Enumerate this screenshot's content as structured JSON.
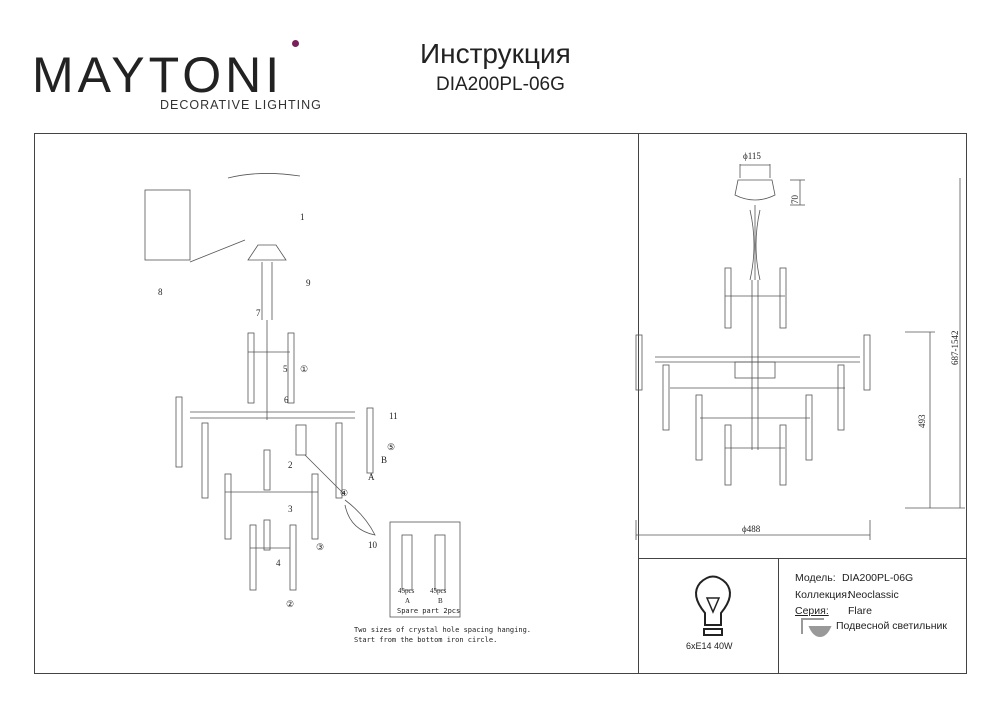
{
  "header": {
    "brand": "MAYTONI",
    "brand_sub": "DECORATIVE LIGHTING",
    "title": "Инструкция",
    "model": "DIA200PL-06G"
  },
  "assembly": {
    "step_numbers": [
      "1",
      "2",
      "3",
      "4",
      "5",
      "6",
      "7",
      "8",
      "9",
      "10",
      "11"
    ],
    "circled_labels": [
      "①",
      "②",
      "③",
      "④",
      "⑤"
    ],
    "crystal_labels": [
      "A",
      "B"
    ],
    "spare": {
      "a_count": "45pcs",
      "b_count": "45pcs",
      "a_label": "A",
      "b_label": "B",
      "caption": "Spare part 2pcs"
    },
    "note_lines": [
      "Two sizes of crystal hole spacing hanging.",
      "Start from the bottom iron circle."
    ]
  },
  "dimensions": {
    "canopy_diameter": "ϕ115",
    "canopy_height": "70",
    "total_height": "687-1542",
    "body_height": "493",
    "diameter": "ϕ488"
  },
  "specs": {
    "lamp": "6xE14 40W",
    "model_label": "Модель:",
    "model_value": "DIA200PL-06G",
    "collection_label": "Коллекция:",
    "collection_value": "Neoclassic",
    "series_label": "Серия:",
    "series_value": "Flare",
    "type_value": "Подвесной светильник"
  },
  "colors": {
    "brand_accent": "#7a1f5a",
    "line": "#444444"
  }
}
